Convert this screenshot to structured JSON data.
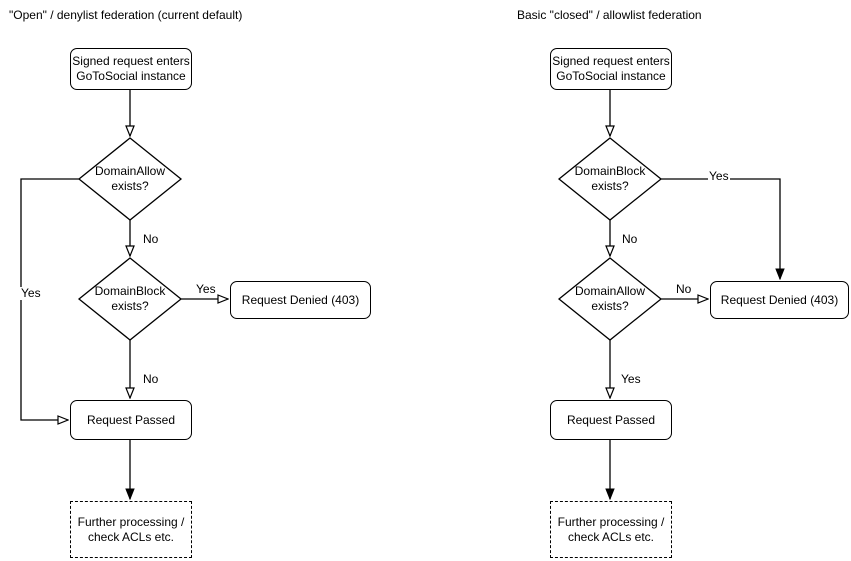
{
  "diagram": {
    "colors": {
      "background": "#ffffff",
      "stroke": "#000000",
      "text": "#000000"
    },
    "flowcharts": [
      {
        "id": "open-denylist",
        "title": "\"Open\" / denylist federation (current default)",
        "nodes": {
          "start": {
            "type": "rounded-rect",
            "lines": [
              "Signed request enters",
              "GoToSocial instance"
            ]
          },
          "decision1": {
            "type": "diamond",
            "lines": [
              "DomainAllow",
              "exists?"
            ]
          },
          "decision2": {
            "type": "diamond",
            "lines": [
              "DomainBlock",
              "exists?"
            ]
          },
          "denied": {
            "type": "rounded-rect",
            "lines": [
              "Request Denied (403)"
            ]
          },
          "passed": {
            "type": "rounded-rect",
            "lines": [
              "Request Passed"
            ]
          },
          "further": {
            "type": "dashed-rect",
            "lines": [
              "Further processing /",
              "check ACLs etc."
            ]
          }
        },
        "edges": [
          {
            "from": "start",
            "to": "decision1",
            "label": "",
            "arrow": "open"
          },
          {
            "from": "decision1",
            "to": "decision2",
            "label": "No",
            "arrow": "open"
          },
          {
            "from": "decision1",
            "to": "passed",
            "label": "Yes",
            "arrow": "open"
          },
          {
            "from": "decision2",
            "to": "denied",
            "label": "Yes",
            "arrow": "open"
          },
          {
            "from": "decision2",
            "to": "passed",
            "label": "No",
            "arrow": "open"
          },
          {
            "from": "passed",
            "to": "further",
            "label": "",
            "arrow": "solid"
          }
        ]
      },
      {
        "id": "closed-allowlist",
        "title": "Basic \"closed\" / allowlist federation",
        "nodes": {
          "start": {
            "type": "rounded-rect",
            "lines": [
              "Signed request enters",
              "GoToSocial instance"
            ]
          },
          "decision1": {
            "type": "diamond",
            "lines": [
              "DomainBlock",
              "exists?"
            ]
          },
          "decision2": {
            "type": "diamond",
            "lines": [
              "DomainAllow",
              "exists?"
            ]
          },
          "denied": {
            "type": "rounded-rect",
            "lines": [
              "Request Denied (403)"
            ]
          },
          "passed": {
            "type": "rounded-rect",
            "lines": [
              "Request Passed"
            ]
          },
          "further": {
            "type": "dashed-rect",
            "lines": [
              "Further processing /",
              "check ACLs etc."
            ]
          }
        },
        "edges": [
          {
            "from": "start",
            "to": "decision1",
            "label": "",
            "arrow": "open"
          },
          {
            "from": "decision1",
            "to": "denied",
            "label": "Yes",
            "arrow": "solid"
          },
          {
            "from": "decision1",
            "to": "decision2",
            "label": "No",
            "arrow": "open"
          },
          {
            "from": "decision2",
            "to": "denied",
            "label": "No",
            "arrow": "open"
          },
          {
            "from": "decision2",
            "to": "passed",
            "label": "Yes",
            "arrow": "open"
          },
          {
            "from": "passed",
            "to": "further",
            "label": "",
            "arrow": "solid"
          }
        ]
      }
    ]
  }
}
